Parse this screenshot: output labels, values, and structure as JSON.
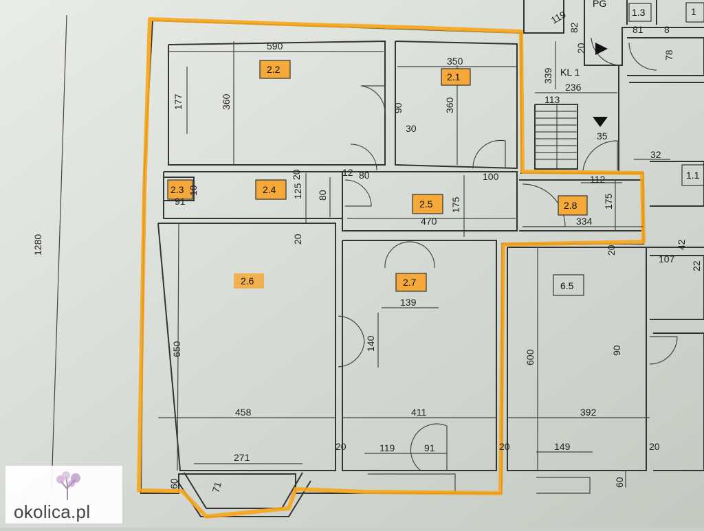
{
  "rooms": {
    "r22": "2.2",
    "r21": "2.1",
    "r23": "2.3",
    "r24": "2.4",
    "r25": "2.5",
    "r28": "2.8",
    "r26": "2.6",
    "r27": "2.7",
    "r65": "6.5",
    "r13": "1.3",
    "pg": "PG",
    "kl1": "KL 1",
    "r1a": "1",
    "r1b": "1.1"
  },
  "dims": {
    "d590": "590",
    "d350": "350",
    "d177": "177",
    "d360a": "360",
    "d360b": "360",
    "d90a": "90",
    "d30": "30",
    "d20a": "20",
    "d12": "12",
    "d80a": "80",
    "d100": "100",
    "d125": "125",
    "d80b": "80",
    "d91a": "91",
    "d10": "10",
    "d175a": "175",
    "d470": "470",
    "d20b": "20",
    "d334": "334",
    "d175b": "175",
    "d112": "112",
    "d35": "35",
    "d32": "32",
    "d113": "113",
    "d236": "236",
    "d339": "339",
    "d119a": "119",
    "d82": "82",
    "d20c": "20",
    "d81": "81",
    "d8": "8",
    "d78": "78",
    "d1280": "1280",
    "d650": "650",
    "d139": "139",
    "d140": "140",
    "d600": "600",
    "d90b": "90",
    "d458": "458",
    "d411": "411",
    "d392": "392",
    "d271": "271",
    "d119b": "119",
    "d91b": "91",
    "d149": "149",
    "d20d": "20",
    "d20e": "20",
    "d20f": "20",
    "d20g": "20",
    "d60a": "60",
    "d71": "71",
    "d60b": "60",
    "d107": "107",
    "d42": "42",
    "d22": "22"
  },
  "watermark": {
    "site": "okolica.pl"
  },
  "colors": {
    "highlight": "#f7a51c",
    "paper": "#d5d9d3",
    "line": "#333333"
  }
}
